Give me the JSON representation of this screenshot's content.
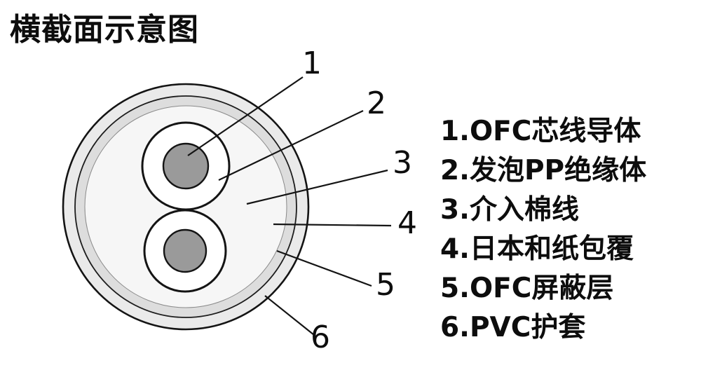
{
  "title": "横截面示意图",
  "legend": {
    "items": [
      {
        "num": "1",
        "text": "1.OFC芯线导体"
      },
      {
        "num": "2",
        "text": "2.发泡PP绝缘体"
      },
      {
        "num": "3",
        "text": "3.介入棉线"
      },
      {
        "num": "4",
        "text": "4.日本和纸包覆"
      },
      {
        "num": "5",
        "text": "5.OFC屏蔽层"
      },
      {
        "num": "6",
        "text": "6.PVC护套"
      }
    ]
  },
  "colors": {
    "sheath_gray": "#eaeaea",
    "shield_gray": "#dddddd",
    "inner_fill": "#f6f6f6",
    "insulation_white": "#ffffff",
    "core_gray": "#9a9a9a",
    "line_black": "#141414"
  }
}
